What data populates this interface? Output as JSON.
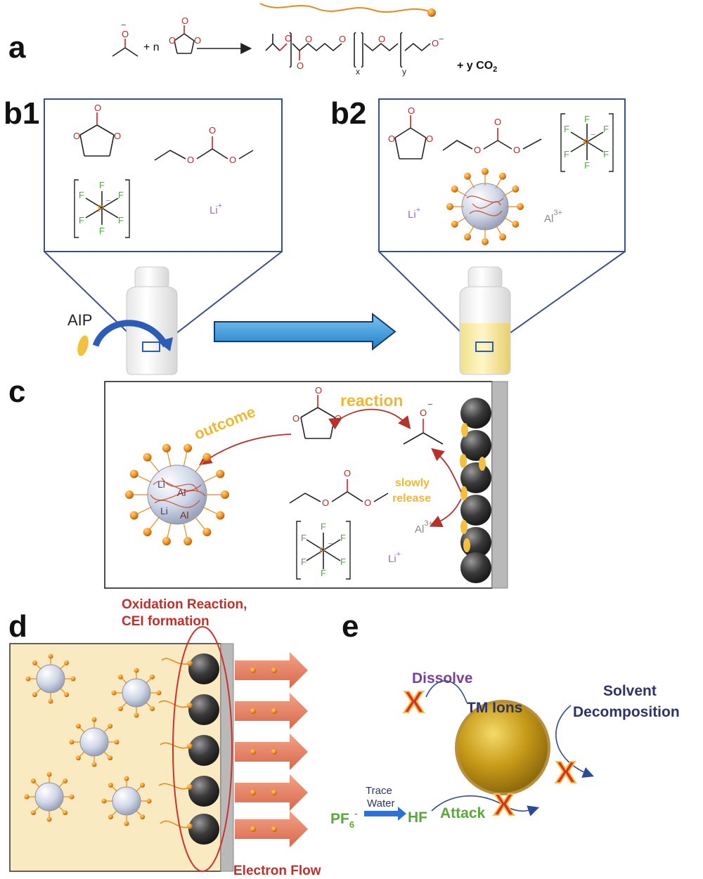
{
  "panels": {
    "a": {
      "label": "a",
      "reagent_plus_n": "+ n",
      "subscript_x": "x",
      "subscript_y": "y",
      "product_co2": "+ y CO",
      "co2_subscript": "2"
    },
    "b1": {
      "label": "b1",
      "li": "Li",
      "additive": "AIP"
    },
    "b2": {
      "label": "b2",
      "li": "Li",
      "al": "Al",
      "al_charge": "3+"
    },
    "c": {
      "label": "c",
      "reaction": "reaction",
      "outcome": "outcome",
      "slowly": "slowly",
      "release": "release",
      "al": "Al",
      "al_charge": "3+",
      "li": "Li"
    },
    "d": {
      "label": "d",
      "oxidation_line1": "Oxidation Reaction,",
      "oxidation_line2": "CEI formation",
      "electron_flow": "Electron Flow"
    },
    "e": {
      "label": "e",
      "dissolve": "Dissolve",
      "tm_ions": "TM Ions",
      "solvent_line1": "Solvent",
      "solvent_line2": "Decomposition",
      "trace": "Trace",
      "water": "Water",
      "pf": "PF",
      "pf_sub": "6",
      "pf_sup": "-",
      "hf": "HF",
      "attack": "Attack",
      "x_mark": "X"
    }
  },
  "atoms": {
    "O": "O",
    "F": "F",
    "P": "P",
    "minus": "−",
    "plus": "+"
  },
  "colors": {
    "frame_blue": "#3a4f8c",
    "arrow_blue": "#2f8fd8",
    "label_yellow": "#f0b830",
    "label_red": "#c0302a",
    "cathode_gray": "#555555",
    "electrolyte_tint": "#faeac2",
    "particle_gold": "#c9a020"
  }
}
